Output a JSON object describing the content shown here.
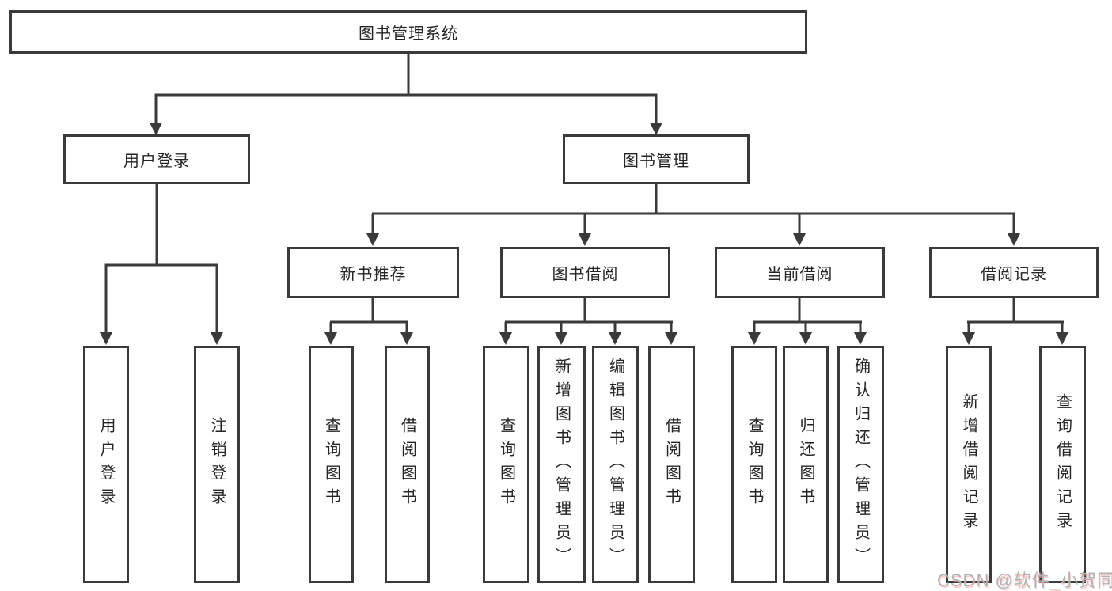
{
  "diagram": {
    "root": {
      "label": "图书管理系统"
    },
    "level2": [
      {
        "label": "用户登录"
      },
      {
        "label": "图书管理"
      }
    ],
    "level3": [
      {
        "label": "新书推荐"
      },
      {
        "label": "图书借阅"
      },
      {
        "label": "当前借阅"
      },
      {
        "label": "借阅记录"
      }
    ],
    "leaves": {
      "user_login": [
        {
          "label": "用户登录"
        },
        {
          "label": "注销登录"
        }
      ],
      "new_book": [
        {
          "label": "查询图书"
        },
        {
          "label": "借阅图书"
        }
      ],
      "book_borrow": [
        {
          "label": "查询图书"
        },
        {
          "label": "新增图书（管理员）"
        },
        {
          "label": "编辑图书（管理员）"
        },
        {
          "label": "借阅图书"
        }
      ],
      "current_borrow": [
        {
          "label": "查询图书"
        },
        {
          "label": "归还图书"
        },
        {
          "label": "确认归还（管理员）"
        }
      ],
      "borrow_record": [
        {
          "label": "新增借阅记录"
        },
        {
          "label": "查询借阅记录"
        }
      ]
    },
    "colors": {
      "line": "#3a3a3a",
      "text": "#252525",
      "box_background": "#ffffff",
      "watermark": "#b3b3b3"
    },
    "watermark": "CSDN @软件_小贺同学"
  }
}
